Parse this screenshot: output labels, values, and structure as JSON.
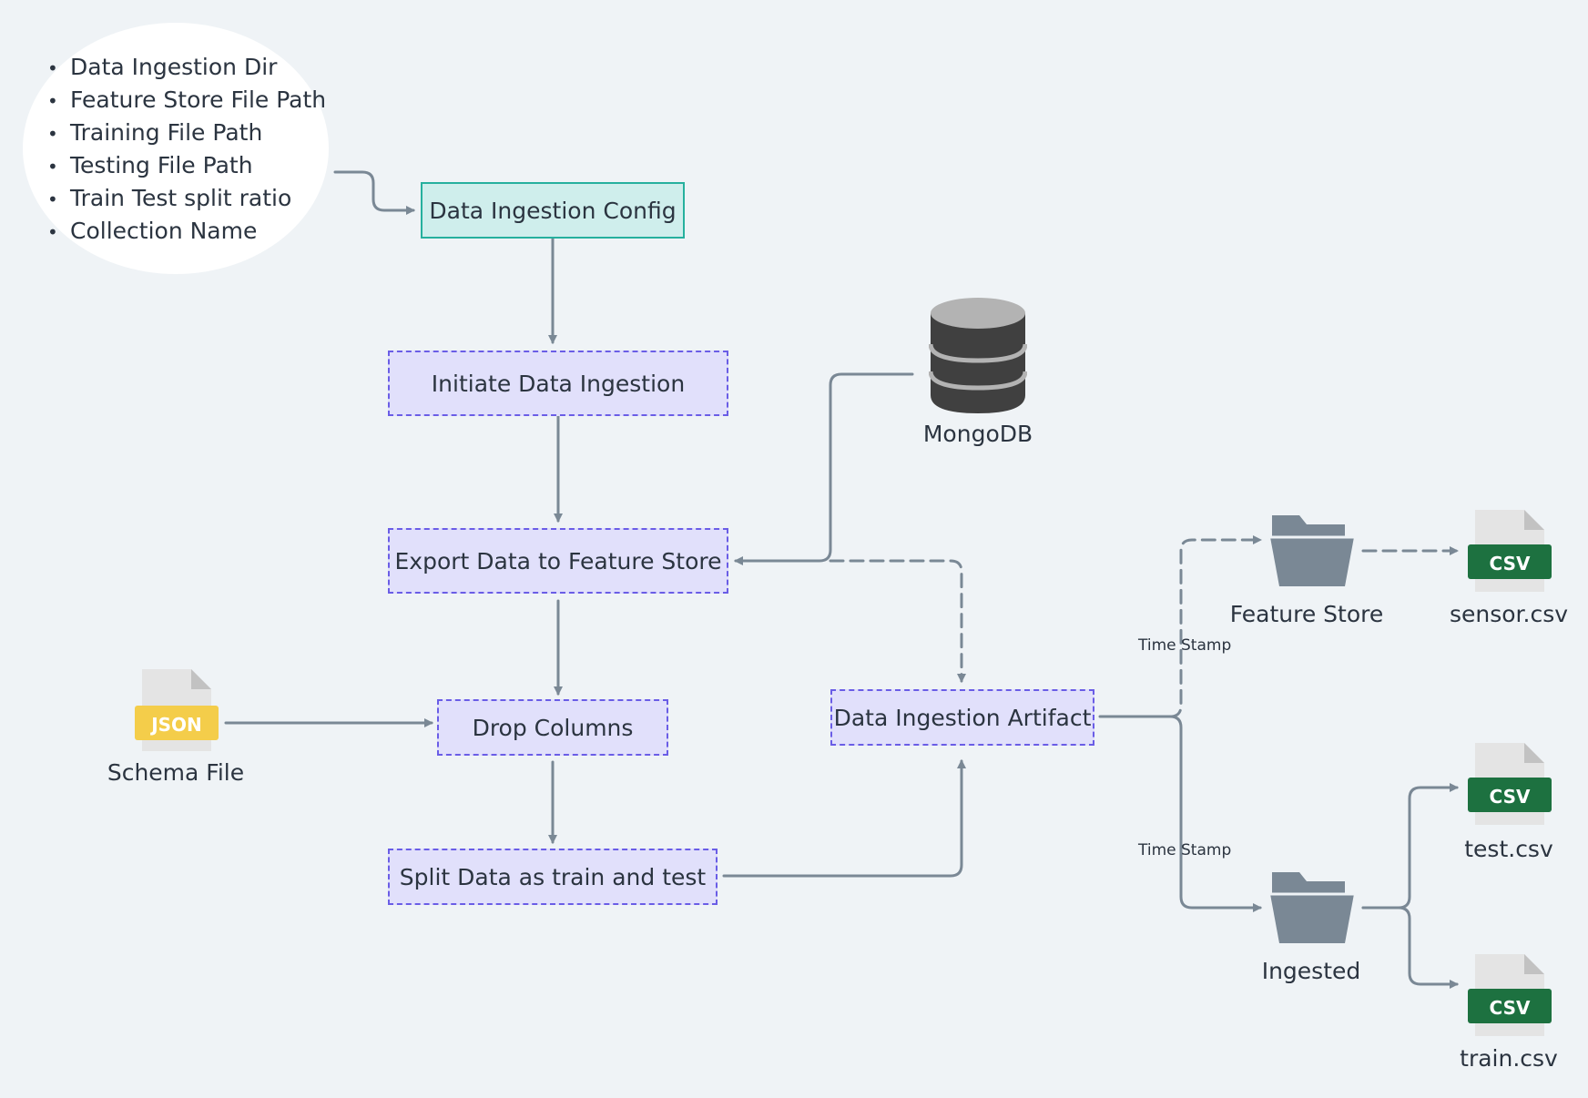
{
  "config_fields": [
    "Data Ingestion Dir",
    "Feature Store File Path",
    "Training File Path",
    "Testing File Path",
    "Train Test split ratio",
    "Collection Name"
  ],
  "nodes": {
    "config": "Data Ingestion Config",
    "initiate": "Initiate Data Ingestion",
    "export": "Export Data to Feature Store",
    "drop": "Drop Columns",
    "split": "Split Data as train and test",
    "artifact": "Data Ingestion Artifact"
  },
  "sources": {
    "mongodb": "MongoDB",
    "schema_file": "Schema File",
    "schema_badge": "JSON"
  },
  "outputs": {
    "feature_store": "Feature Store",
    "ingested": "Ingested",
    "time_stamp_top": "Time Stamp",
    "time_stamp_bottom": "Time Stamp",
    "csv_badge": "CSV",
    "sensor_file": "sensor.csv",
    "test_file": "test.csv",
    "train_file": "train.csv"
  },
  "colors": {
    "background": "#eff3f6",
    "config_fill": "#cfeeec",
    "config_border": "#26b09e",
    "step_fill": "#e1e0fb",
    "step_border": "#6a5de6",
    "connector": "#7a8895",
    "json_badge": "#f4cd4a",
    "csv_badge": "#1d7140",
    "folder": "#7a8895",
    "database": "#404040"
  }
}
